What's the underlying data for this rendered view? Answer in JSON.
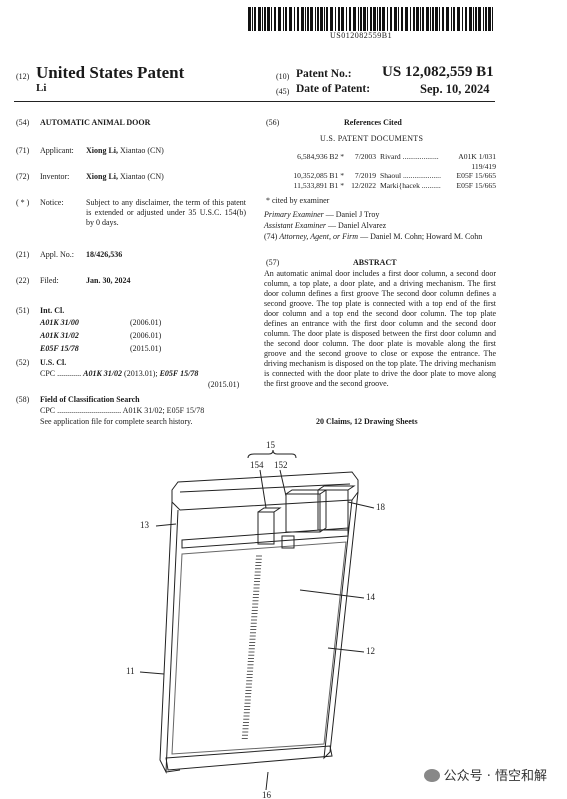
{
  "barcode_number": "US012082559B1",
  "header": {
    "kind_code_left": "(12)",
    "title": "United States Patent",
    "inventor_short": "Li",
    "patent_no_code": "(10)",
    "patent_no_label": "Patent No.:",
    "patent_no": "US 12,082,559 B1",
    "date_code": "(45)",
    "date_label": "Date of Patent:",
    "date": "Sep. 10, 2024"
  },
  "left": {
    "f54": {
      "code": "(54)",
      "value": "AUTOMATIC ANIMAL DOOR"
    },
    "f71": {
      "code": "(71)",
      "label": "Applicant:",
      "name": "Xiong Li,",
      "rest": "Xiantao (CN)"
    },
    "f72": {
      "code": "(72)",
      "label": "Inventor:",
      "name": "Xiong Li,",
      "rest": "Xiantao (CN)"
    },
    "notice": {
      "code": "( * )",
      "label": "Notice:",
      "text": "Subject to any disclaimer, the term of this patent is extended or adjusted under 35 U.S.C. 154(b) by 0 days."
    },
    "f21": {
      "code": "(21)",
      "label": "Appl. No.:",
      "value": "18/426,536"
    },
    "f22": {
      "code": "(22)",
      "label": "Filed:",
      "value": "Jan. 30, 2024"
    },
    "f51": {
      "code": "(51)",
      "label": "Int. Cl.",
      "rows": [
        {
          "cls": "A01K 31/00",
          "yr": "(2006.01)"
        },
        {
          "cls": "A01K 31/02",
          "yr": "(2006.01)"
        },
        {
          "cls": "E05F 15/78",
          "yr": "(2015.01)"
        }
      ]
    },
    "f52": {
      "code": "(52)",
      "label": "U.S. Cl.",
      "cpc_label": "CPC ............",
      "cpc1": "A01K 31/02",
      "cpc1yr": "(2013.01);",
      "cpc2": "E05F 15/78",
      "cpc2yr": "(2015.01)"
    },
    "f58": {
      "code": "(58)",
      "label": "Field of Classification Search",
      "cpc_line": "CPC ................................ A01K 31/02; E05F 15/78",
      "see": "See application file for complete search history."
    }
  },
  "right": {
    "f56": {
      "code": "(56)",
      "label": "References Cited"
    },
    "usdocs_label": "U.S. PATENT DOCUMENTS",
    "refs": [
      {
        "no": "6,584,936 B2 *",
        "date": "7/2003",
        "name": "Rivard ...................",
        "cls": "A01K 1/031",
        "cls2": "119/419"
      },
      {
        "no": "10,352,085 B1 *",
        "date": "7/2019",
        "name": "Shaoul ....................",
        "cls": "E05F 15/665",
        "cls2": ""
      },
      {
        "no": "11,533,891 B1 *",
        "date": "12/2022",
        "name": "Marki{hacek ..........",
        "cls": "E05F 15/665",
        "cls2": ""
      }
    ],
    "cited": "* cited by examiner",
    "primary_label": "Primary Examiner",
    "primary": "— Daniel J Troy",
    "assistant_label": "Assistant Examiner",
    "assistant": "— Daniel Alvarez",
    "attorney_code": "(74)",
    "attorney_label": "Attorney, Agent, or Firm",
    "attorney": "— Daniel M. Cohn; Howard M. Cohn",
    "abstract_code": "(57)",
    "abstract_label": "ABSTRACT",
    "abstract": "An automatic animal door includes a first door column, a second door column, a top plate, a door plate, and a driving mechanism. The first door column defines a first groove The second door column defines a second groove. The top plate is connected with a top end of the first door column and a top end the second door column. The top plate defines an entrance with the first door column and the second door column. The door plate is disposed between the first door column and the second door column. The door plate is movable along the first groove and the second groove to close or expose the entrance. The driving mechanism is disposed on the top plate. The driving mechanism is connected with the door plate to drive the door plate to move along the first groove and the second groove.",
    "claims": "20 Claims, 12 Drawing Sheets"
  },
  "drawing_labels": {
    "l15": "15",
    "l154": "154",
    "l152": "152",
    "l13": "13",
    "l18": "18",
    "l14": "14",
    "l12": "12",
    "l11": "11",
    "l16": "16"
  },
  "watermark": "公众号 · 悟空和解"
}
